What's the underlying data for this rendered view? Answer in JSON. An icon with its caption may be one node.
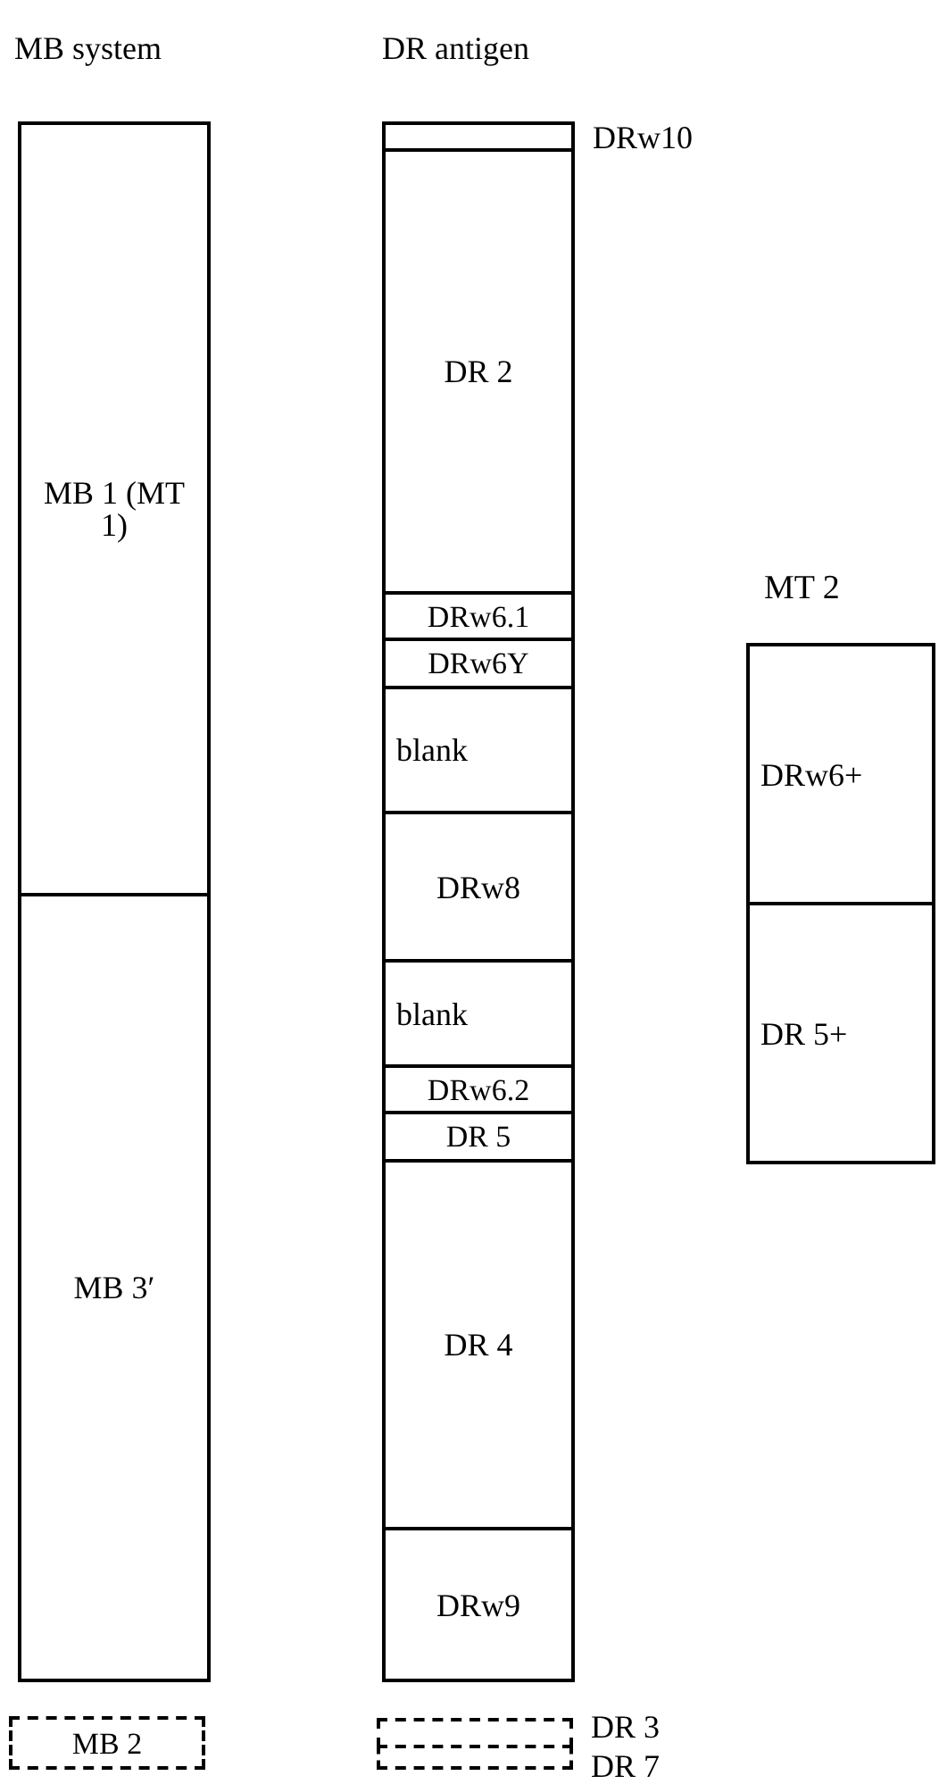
{
  "diagram": {
    "nodes": [
      {
        "text": [
          "MB 1 (MT 1)"
        ]
      },
      {
        "text": [
          "MB 3′"
        ]
      },
      {
        "text": [
          "MB 2"
        ]
      },
      {
        "text": [],
        "shape": "box",
        "beside": [
          "DRw10"
        ]
      },
      {
        "text": [
          "DR 2"
        ]
      },
      {
        "text": [
          "DRw6.1"
        ]
      },
      {
        "text": [
          "DRw6Y"
        ]
      },
      {
        "text": [
          "blank"
        ]
      },
      {
        "text": [
          "DRw8"
        ]
      },
      {
        "text": [
          "blank"
        ]
      },
      {
        "text": [
          "DRw6.2"
        ]
      },
      {
        "text": [
          "DR 5"
        ]
      },
      {
        "text": [
          "DR 4"
        ]
      },
      {
        "text": [
          "DRw9"
        ]
      },
      {
        "text": [],
        "shape": "box",
        "beside": [
          "DR 3"
        ]
      },
      {
        "text": [],
        "shape": "box",
        "beside": [
          "DR 7"
        ]
      },
      {
        "text": [
          "MT 2"
        ]
      },
      {
        "text": [
          "DRw6+"
        ],
        "in": 16
      },
      {
        "text": [
          "DR 5+"
        ],
        "in": 16
      }
    ],
    "labels": [
      "MB system",
      "DR antigen"
    ]
  }
}
